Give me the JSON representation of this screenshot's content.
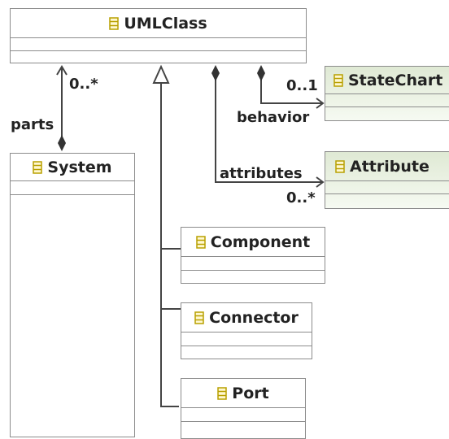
{
  "classes": {
    "umlclass": {
      "name": "UMLClass"
    },
    "statechart": {
      "name": "StateChart"
    },
    "attribute": {
      "name": "Attribute"
    },
    "system": {
      "name": "System"
    },
    "component": {
      "name": "Component"
    },
    "connector": {
      "name": "Connector"
    },
    "port": {
      "name": "Port"
    }
  },
  "associations": {
    "parts": {
      "role": "parts",
      "multiplicity": "0..*"
    },
    "behavior": {
      "role": "behavior",
      "multiplicity": "0..1"
    },
    "attributes": {
      "role": "attributes",
      "multiplicity": "0..*"
    }
  },
  "colors": {
    "border": "#8c8c8c",
    "line": "#444444",
    "icon": "#b8a000",
    "green_top": "#dfe9d4",
    "green_bottom": "#f6faf2"
  },
  "icons": [
    "class-icon"
  ]
}
